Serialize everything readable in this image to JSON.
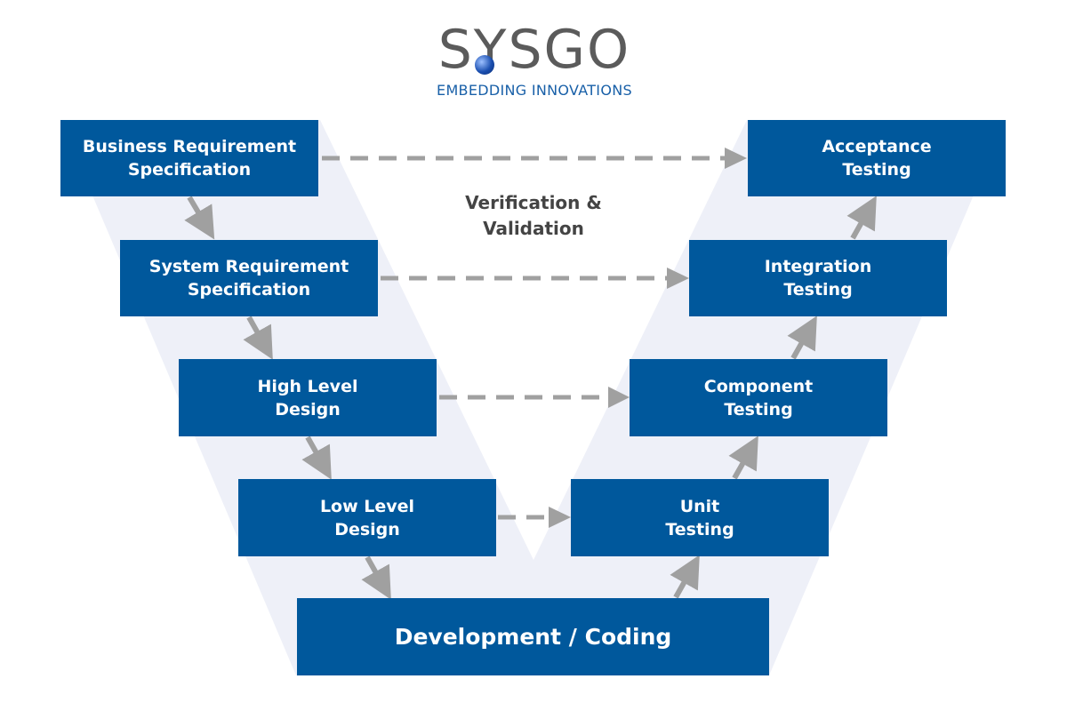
{
  "logo": {
    "name": "SYSGO",
    "tagline": "EMBEDDING INNOVATIONS"
  },
  "center_label": {
    "line1": "Verification &",
    "line2": "Validation"
  },
  "left_steps": [
    {
      "line1": "Business Requirement",
      "line2": "Specification"
    },
    {
      "line1": "System Requirement",
      "line2": "Specification"
    },
    {
      "line1": "High Level",
      "line2": "Design"
    },
    {
      "line1": "Low Level",
      "line2": "Design"
    }
  ],
  "bottom_step": {
    "label": "Development / Coding"
  },
  "right_steps": [
    {
      "line1": "Acceptance",
      "line2": "Testing"
    },
    {
      "line1": "Integration",
      "line2": "Testing"
    },
    {
      "line1": "Component",
      "line2": "Testing"
    },
    {
      "line1": "Unit",
      "line2": "Testing"
    }
  ],
  "colors": {
    "box": "#00589c",
    "band": "#eef0f8",
    "arrow": "#a0a0a0"
  }
}
